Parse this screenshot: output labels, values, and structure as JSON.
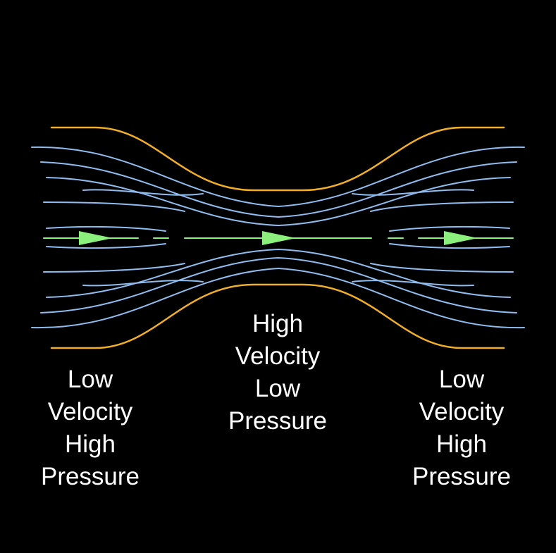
{
  "colors": {
    "background": "#000000",
    "wall": "#f0ae2a",
    "streamline": "#8fbdf0",
    "centerline": "#8cf07d",
    "text": "#ffffff"
  },
  "labels": {
    "inlet": {
      "line1": "Low",
      "line2": "Velocity",
      "line3": "High",
      "line4": "Pressure"
    },
    "throat": {
      "line1": "High",
      "line2": "Velocity",
      "line3": "Low",
      "line4": "Pressure"
    },
    "outlet": {
      "line1": "Low",
      "line2": "Velocity",
      "line3": "High",
      "line4": "Pressure"
    }
  },
  "icons": {
    "flow_arrow": "right-pointing-triangle"
  }
}
